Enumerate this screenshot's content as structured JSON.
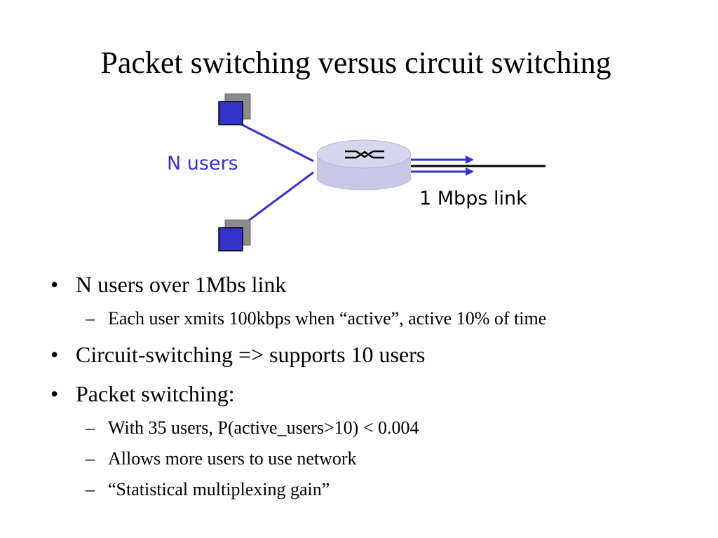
{
  "slide": {
    "title": "Packet switching versus circuit switching"
  },
  "diagram": {
    "users_label": "N users",
    "link_label": "1 Mbps link",
    "user_color": "#3333cc",
    "router_color": "#c8c8e6"
  },
  "bullets": [
    {
      "text": "N users over 1Mbs link",
      "sub": [
        {
          "text": "Each user xmits 100kbps when “active”, active 10% of time"
        }
      ]
    },
    {
      "text": "Circuit-switching => supports 10 users",
      "sub": []
    },
    {
      "text": "Packet switching:",
      "sub": [
        {
          "text": "With 35 users, P(active_users>10) < 0.004"
        },
        {
          "text": "Allows more users to use network"
        },
        {
          "text": "“Statistical multiplexing gain”"
        }
      ]
    }
  ],
  "markers": {
    "bullet": "•",
    "dash": "–"
  }
}
